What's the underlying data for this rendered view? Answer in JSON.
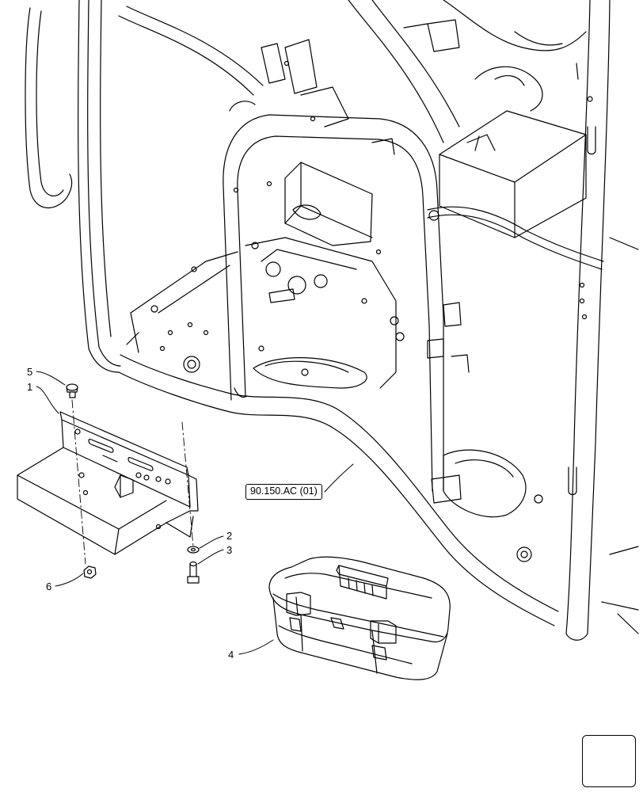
{
  "callouts": {
    "c1": "1",
    "c2": "2",
    "c3": "3",
    "c4": "4",
    "c5": "5",
    "c6": "6"
  },
  "reference": "90.150.AC (01)",
  "icons": {
    "nav": "next-page-arrow-icon"
  },
  "colors": {
    "line": "#000000",
    "background": "#ffffff"
  }
}
